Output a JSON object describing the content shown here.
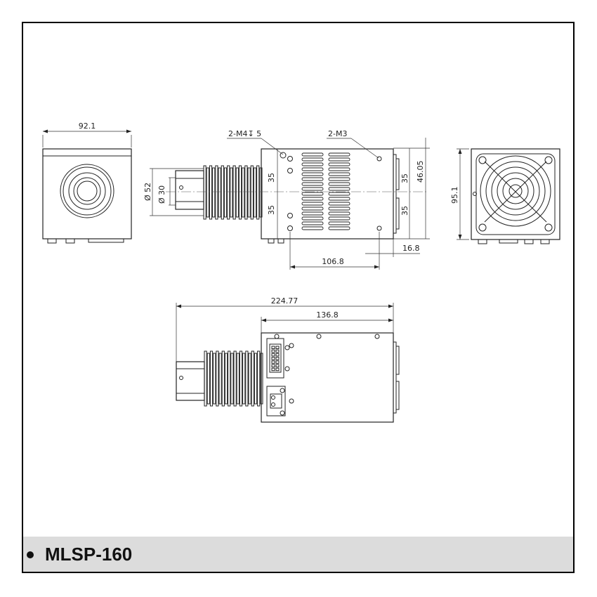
{
  "model": "MLSP-160",
  "dimensions": {
    "front_width": "92.1",
    "mount_holes": "2-M4↧ 5",
    "fan_holes": "2-M3",
    "dia_outer": "Ø 52",
    "dia_inner": "Ø 30",
    "upper_spacing": "35",
    "lower_spacing": "35",
    "right_upper_spacing": "35",
    "right_lower_spacing": "35",
    "right_offset": "46.05",
    "hole_span": "106.8",
    "edge_offset": "16.8",
    "rear_height": "95.1",
    "overall_length": "224.77",
    "body_length": "136.8"
  }
}
